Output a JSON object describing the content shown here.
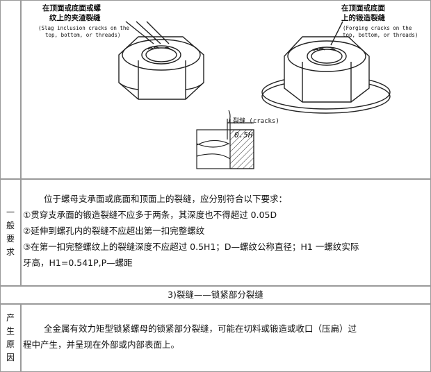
{
  "figure": {
    "left_label_cn_line1": "在顶面或底面或螺",
    "left_label_cn_line2": "纹上的夹渣裂缝",
    "left_label_en_line1": "(Slag inclusion cracks on the",
    "left_label_en_line2": "top, bottom, or threads)",
    "right_label_cn_line1": "在顶面或底面",
    "right_label_cn_line2": "上的锻造裂缝",
    "right_label_en_line1": "(Forging cracks on the",
    "right_label_en_line2": "top, bottom, or threads)",
    "crack_label": "裂缝 (cracks)",
    "dimension_label": "0.5H"
  },
  "general": {
    "side_label": [
      "一",
      "般",
      "要",
      "求"
    ],
    "intro": "位于螺母支承面或底面和顶面上的裂缝，应分别符合以下要求：",
    "item1": "①贯穿支承面的锻造裂缝不应多于两条，其深度也不得超过 0.05D",
    "item2": "②延伸到螺孔内的裂缝不应超出第一扣完整螺纹",
    "item3_line1": "③在第一扣完整螺纹上的裂缝深度不应超过 0.5H1；D—螺纹公称直径；H1 一螺纹实际",
    "item3_line2": "牙高，H1=0.541P,P—螺距"
  },
  "section": {
    "title": "3)裂缝——锁紧部分裂缝"
  },
  "cause": {
    "side_label": [
      "产",
      "生",
      "原",
      "因"
    ],
    "line1": "全金属有效力矩型锁紧螺母的锁紧部分裂缝，可能在切料或锻造或收口（压扁）过",
    "line2": "程中产生，并呈现在外部或内部表面上。"
  }
}
